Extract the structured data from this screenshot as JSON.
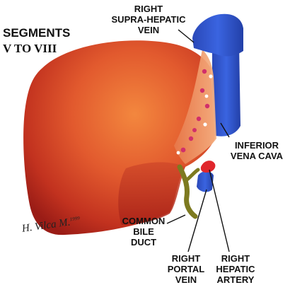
{
  "title": {
    "line1": "SEGMENTS",
    "line2": "V TO VIII"
  },
  "labels": {
    "right_supra_hepatic_vein": [
      "RIGHT",
      "SUPRA-HEPATIC",
      "VEIN"
    ],
    "inferior_vena_cava": [
      "INFERIOR",
      "VENA CAVA"
    ],
    "common_bile_duct": [
      "COMMON",
      "BILE",
      "DUCT"
    ],
    "right_portal_vein": [
      "RIGHT",
      "PORTAL",
      "VEIN"
    ],
    "right_hepatic_artery": [
      "RIGHT",
      "HEPATIC",
      "ARTERY"
    ]
  },
  "signature": {
    "name": "H. Vilca M.",
    "year": "1999"
  },
  "colors": {
    "liver_dark": "#a8201a",
    "liver_mid": "#d9472b",
    "liver_light": "#f07a3c",
    "liver_face": "#f3a070",
    "vein_blue": "#2e52c8",
    "artery_red": "#e0242a",
    "duct_green": "#7a7a22"
  }
}
